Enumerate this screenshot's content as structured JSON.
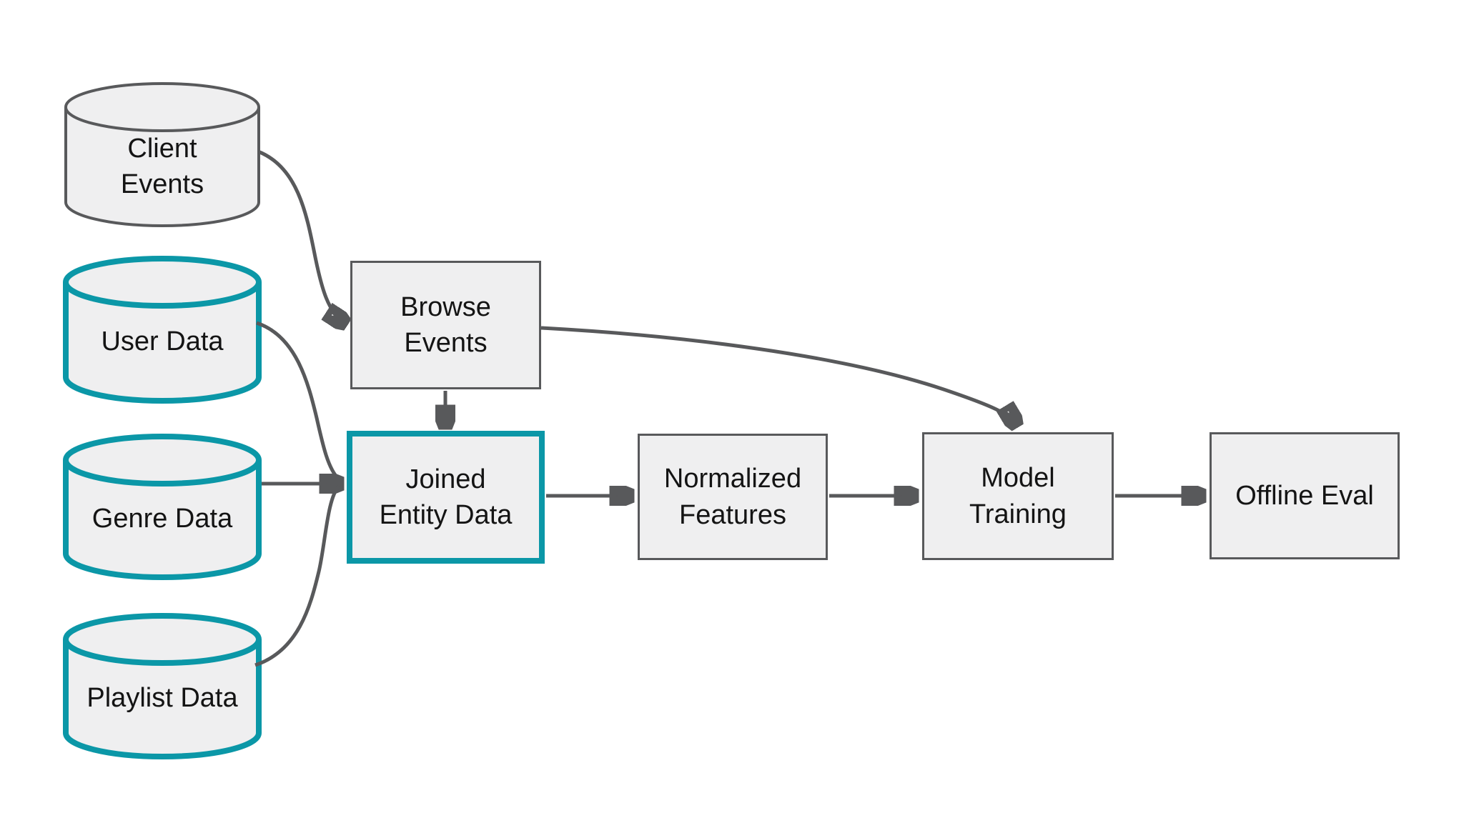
{
  "diagram": {
    "type": "data-pipeline-flowchart",
    "background": "#ffffff"
  },
  "colors": {
    "accent_teal": "#0b97a7",
    "connector_gray": "#58595b",
    "node_fill": "#efeff0",
    "text": "#141414"
  },
  "nodes": {
    "client_events": {
      "label": "Client\nEvents",
      "shape": "cylinder",
      "highlighted": false
    },
    "user_data": {
      "label": "User Data",
      "shape": "cylinder",
      "highlighted": true
    },
    "genre_data": {
      "label": "Genre Data",
      "shape": "cylinder",
      "highlighted": true
    },
    "playlist_data": {
      "label": "Playlist Data",
      "shape": "cylinder",
      "highlighted": true
    },
    "browse_events": {
      "label": "Browse\nEvents",
      "shape": "rect",
      "highlighted": false
    },
    "joined_entity_data": {
      "label": "Joined\nEntity Data",
      "shape": "rect",
      "highlighted": true
    },
    "normalized_features": {
      "label": "Normalized\nFeatures",
      "shape": "rect",
      "highlighted": false
    },
    "model_training": {
      "label": "Model\nTraining",
      "shape": "rect",
      "highlighted": false
    },
    "offline_eval": {
      "label": "Offline Eval",
      "shape": "rect",
      "highlighted": false
    }
  },
  "edges": [
    {
      "from": "client_events",
      "to": "browse_events"
    },
    {
      "from": "browse_events",
      "to": "joined_entity_data"
    },
    {
      "from": "browse_events",
      "to": "model_training"
    },
    {
      "from": "user_data",
      "to": "joined_entity_data"
    },
    {
      "from": "genre_data",
      "to": "joined_entity_data"
    },
    {
      "from": "playlist_data",
      "to": "joined_entity_data"
    },
    {
      "from": "joined_entity_data",
      "to": "normalized_features"
    },
    {
      "from": "normalized_features",
      "to": "model_training"
    },
    {
      "from": "model_training",
      "to": "offline_eval"
    }
  ]
}
